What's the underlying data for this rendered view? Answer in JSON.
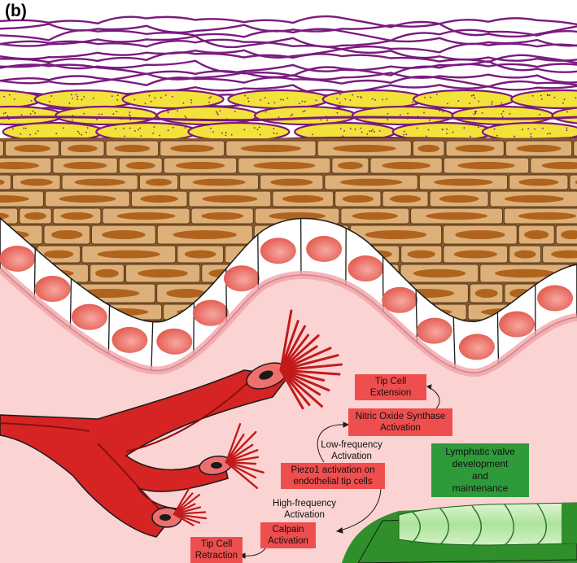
{
  "figure": {
    "panel_label": "(b)",
    "boxes": {
      "tip_cell_extension": [
        "Tip Cell",
        "Extension"
      ],
      "nos_activation": [
        "Nitric Oxide Synthase",
        "Activation"
      ],
      "piezo1_activation": [
        "Piezo1 activation on",
        "endothelial tip cells"
      ],
      "calpain_activation": [
        "Calpain",
        "Activation"
      ],
      "tip_cell_retraction": [
        "Tip Cell",
        "Retraction"
      ],
      "lymphatic_valve": [
        "Lymphatic valve",
        "development",
        "and",
        "maintenance"
      ]
    },
    "labels": {
      "low_frequency": [
        "Low-frequency",
        "Activation"
      ],
      "high_frequency": [
        "High-frequency",
        "Activation"
      ]
    }
  },
  "colors": {
    "collagen_fiber": "#7a1a7e",
    "fibroblast_fill": "#f2e23a",
    "muscle_cell": "#d9a86a",
    "muscle_nucleus": "#b0631c",
    "endothelium_pink": "#fbd0d0",
    "vessel_red": "#d42020",
    "box_red": "#ef4e4e",
    "box_green": "#2e9a3a",
    "lymph_green": "#2f8f2a"
  }
}
